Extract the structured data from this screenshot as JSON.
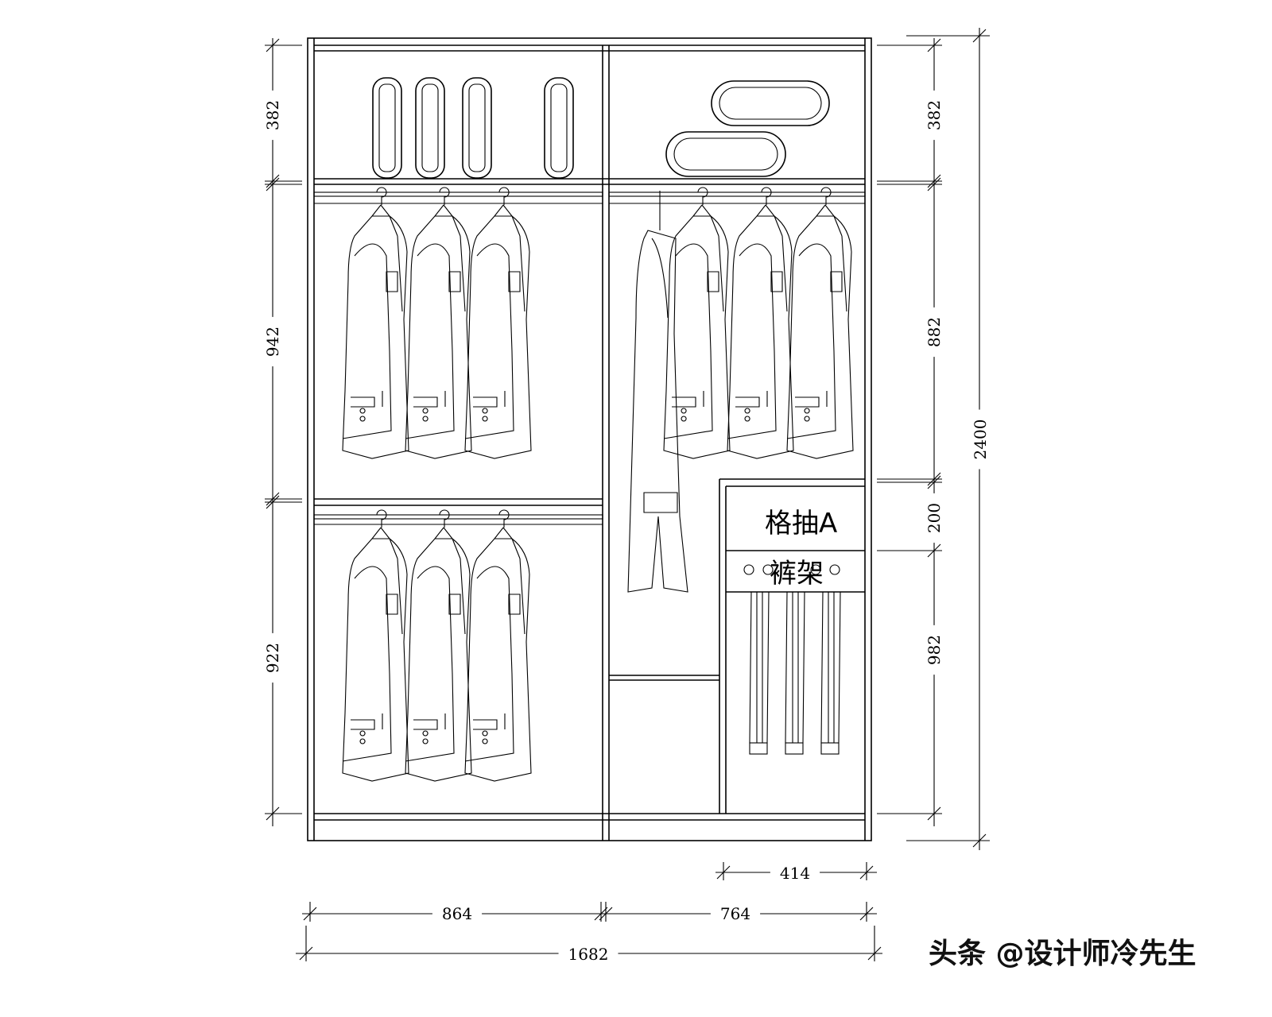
{
  "drawing": {
    "labels": {
      "drawer": "格抽A",
      "trouser_rack": "裤架"
    },
    "dimensions": {
      "left": [
        "382",
        "942",
        "922"
      ],
      "right": [
        "382",
        "882",
        "200",
        "982"
      ],
      "overall_height": "2400",
      "drawer_width": "414",
      "left_width": "864",
      "right_width": "764",
      "overall_width": "1682"
    },
    "watermark": "头条 @设计师冷先生"
  }
}
